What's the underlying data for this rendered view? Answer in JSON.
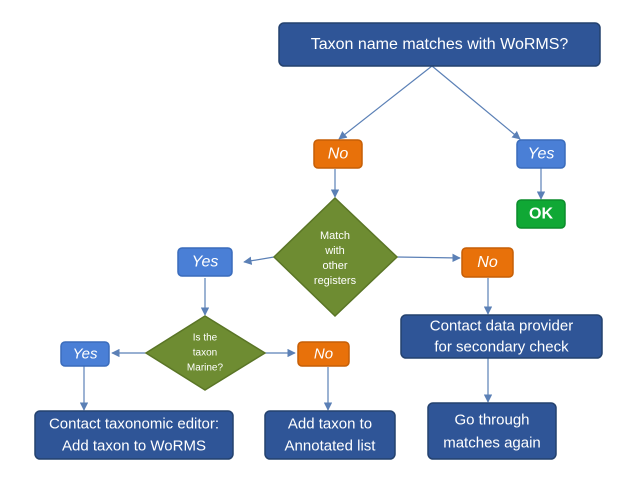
{
  "diagram": {
    "nodes": {
      "start": {
        "label": "Taxon name matches with WoRMS?"
      },
      "no_1": {
        "label": "No"
      },
      "yes_1": {
        "label": "Yes"
      },
      "ok": {
        "label": "OK"
      },
      "match_other": {
        "lines": [
          "Match",
          "with",
          "other",
          "registers"
        ]
      },
      "yes_2": {
        "label": "Yes"
      },
      "no_2": {
        "label": "No"
      },
      "contact_provider": {
        "lines": [
          "Contact data provider",
          "for secondary check"
        ]
      },
      "is_marine": {
        "lines": [
          "Is the",
          "taxon",
          "Marine?"
        ]
      },
      "yes_3": {
        "label": "Yes"
      },
      "no_3": {
        "label": "No"
      },
      "contact_editor": {
        "lines": [
          "Contact taxonomic editor:",
          "Add taxon to WoRMS"
        ]
      },
      "add_annotated": {
        "lines": [
          "Add taxon to",
          "Annotated list"
        ]
      },
      "go_through": {
        "lines": [
          "Go through",
          "matches again"
        ]
      }
    }
  },
  "colors": {
    "dark_blue": "#2f5597",
    "light_blue": "#4a7fd6",
    "orange": "#e8710a",
    "green_ok": "#10a835",
    "olive_diamond": "#6e8c32",
    "connector": "#5b80b6"
  }
}
